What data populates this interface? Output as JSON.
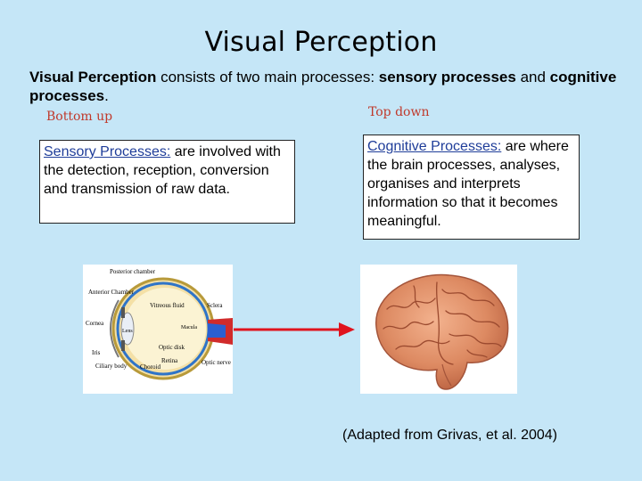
{
  "slide": {
    "title": "Visual Perception",
    "intro": {
      "part1_bold": "Visual Perception",
      "part2": " consists of two main processes: ",
      "part3_bold": "sensory processes",
      "part4": " and ",
      "part5_bold": "cognitive processes",
      "part6": "."
    },
    "left_tag": "Bottom up",
    "right_tag": "Top down",
    "sensory": {
      "heading": "Sensory Processes:",
      "body": " are involved with the detection, reception, conversion and transmission of raw data."
    },
    "cognitive": {
      "heading": "Cognitive Processes:",
      "body": " are where the brain processes, analyses, organises and interprets information so that it becomes meaningful."
    },
    "eye_labels": {
      "posterior": "Posterior chamber",
      "anterior": "Anterior Chamber",
      "cornea": "Cornea",
      "iris": "Iris",
      "ciliary": "Ciliary body",
      "lens": "Lens",
      "vitreous": "Vitreous fluid",
      "sclera": "Sclera",
      "macula": "Macula",
      "optic_disk": "Optic disk",
      "retina": "Retina",
      "choroid": "Choroid",
      "optic_nerve": "Optic nerve"
    },
    "caption": "(Adapted from Grivas, et al. 2004)",
    "colors": {
      "background": "#c5e6f7",
      "arrow": "#e0141e",
      "heading_link": "#1f3d99",
      "tag": "#c0392b"
    }
  }
}
